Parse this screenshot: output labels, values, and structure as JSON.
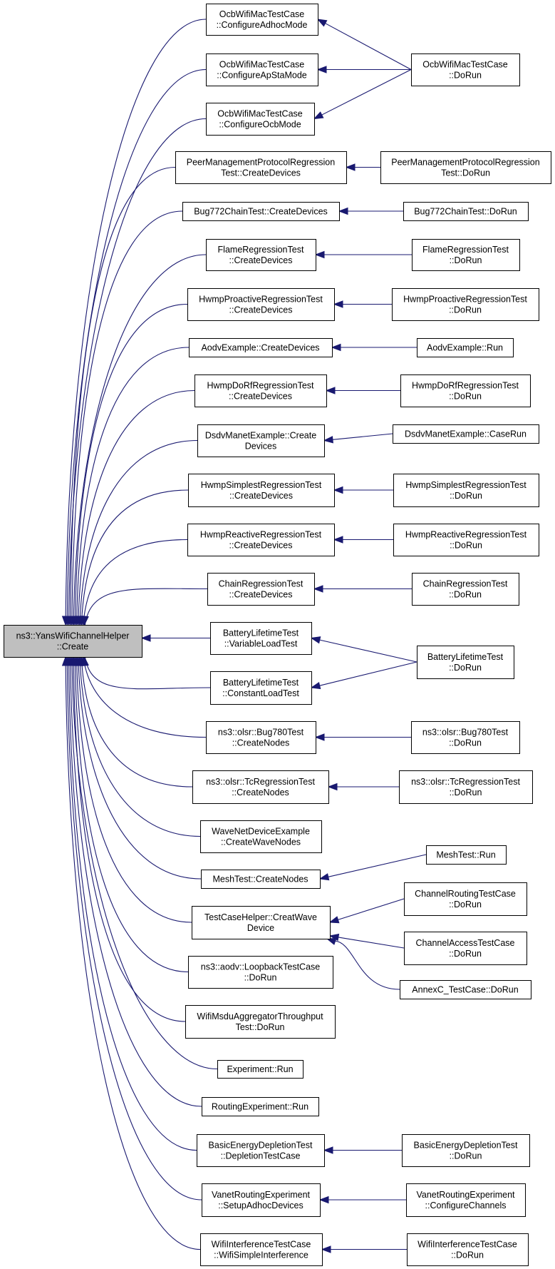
{
  "colors": {
    "edge": "#191970",
    "root_fill": "#bfbfbf",
    "node_fill": "#ffffff",
    "node_border": "#000000"
  },
  "root": {
    "id": "root",
    "lines": [
      "ns3::YansWifiChannelHelper",
      "::Create"
    ]
  },
  "callers": [
    {
      "id": "c1",
      "lines": [
        "OcbWifiMacTestCase",
        "::ConfigureAdhocMode"
      ]
    },
    {
      "id": "c2",
      "lines": [
        "OcbWifiMacTestCase",
        "::ConfigureApStaMode"
      ]
    },
    {
      "id": "c3",
      "lines": [
        "OcbWifiMacTestCase",
        "::ConfigureOcbMode"
      ]
    },
    {
      "id": "c4",
      "lines": [
        "PeerManagementProtocolRegression",
        "Test::CreateDevices"
      ]
    },
    {
      "id": "c5",
      "lines": [
        "Bug772ChainTest::CreateDevices"
      ]
    },
    {
      "id": "c6",
      "lines": [
        "FlameRegressionTest",
        "::CreateDevices"
      ]
    },
    {
      "id": "c7",
      "lines": [
        "HwmpProactiveRegressionTest",
        "::CreateDevices"
      ]
    },
    {
      "id": "c8",
      "lines": [
        "AodvExample::CreateDevices"
      ]
    },
    {
      "id": "c9",
      "lines": [
        "HwmpDoRfRegressionTest",
        "::CreateDevices"
      ]
    },
    {
      "id": "c10",
      "lines": [
        "DsdvManetExample::Create",
        "Devices"
      ]
    },
    {
      "id": "c11",
      "lines": [
        "HwmpSimplestRegressionTest",
        "::CreateDevices"
      ]
    },
    {
      "id": "c12",
      "lines": [
        "HwmpReactiveRegressionTest",
        "::CreateDevices"
      ]
    },
    {
      "id": "c13",
      "lines": [
        "ChainRegressionTest",
        "::CreateDevices"
      ]
    },
    {
      "id": "c14",
      "lines": [
        "BatteryLifetimeTest",
        "::VariableLoadTest"
      ]
    },
    {
      "id": "c15",
      "lines": [
        "BatteryLifetimeTest",
        "::ConstantLoadTest"
      ]
    },
    {
      "id": "c16",
      "lines": [
        "ns3::olsr::Bug780Test",
        "::CreateNodes"
      ]
    },
    {
      "id": "c17",
      "lines": [
        "ns3::olsr::TcRegressionTest",
        "::CreateNodes"
      ]
    },
    {
      "id": "c18",
      "lines": [
        "WaveNetDeviceExample",
        "::CreateWaveNodes"
      ]
    },
    {
      "id": "c19",
      "lines": [
        "MeshTest::CreateNodes"
      ]
    },
    {
      "id": "c20",
      "lines": [
        "TestCaseHelper::CreatWave",
        "Device"
      ]
    },
    {
      "id": "c21",
      "lines": [
        "ns3::aodv::LoopbackTestCase",
        "::DoRun"
      ]
    },
    {
      "id": "c22",
      "lines": [
        "WifiMsduAggregatorThroughput",
        "Test::DoRun"
      ]
    },
    {
      "id": "c23",
      "lines": [
        "Experiment::Run"
      ]
    },
    {
      "id": "c24",
      "lines": [
        "RoutingExperiment::Run"
      ]
    },
    {
      "id": "c25",
      "lines": [
        "BasicEnergyDepletionTest",
        "::DepletionTestCase"
      ]
    },
    {
      "id": "c26",
      "lines": [
        "VanetRoutingExperiment",
        "::SetupAdhocDevices"
      ]
    },
    {
      "id": "c27",
      "lines": [
        "WifiInterferenceTestCase",
        "::WifiSimpleInterference"
      ]
    }
  ],
  "outer_callers": [
    {
      "id": "o1",
      "lines": [
        "OcbWifiMacTestCase",
        "::DoRun"
      ],
      "calls": [
        "c1",
        "c2",
        "c3"
      ]
    },
    {
      "id": "o2",
      "lines": [
        "PeerManagementProtocolRegression",
        "Test::DoRun"
      ],
      "calls": [
        "c4"
      ]
    },
    {
      "id": "o3",
      "lines": [
        "Bug772ChainTest::DoRun"
      ],
      "calls": [
        "c5"
      ]
    },
    {
      "id": "o4",
      "lines": [
        "FlameRegressionTest",
        "::DoRun"
      ],
      "calls": [
        "c6"
      ]
    },
    {
      "id": "o5",
      "lines": [
        "HwmpProactiveRegressionTest",
        "::DoRun"
      ],
      "calls": [
        "c7"
      ]
    },
    {
      "id": "o6",
      "lines": [
        "AodvExample::Run"
      ],
      "calls": [
        "c8"
      ]
    },
    {
      "id": "o7",
      "lines": [
        "HwmpDoRfRegressionTest",
        "::DoRun"
      ],
      "calls": [
        "c9"
      ]
    },
    {
      "id": "o8",
      "lines": [
        "DsdvManetExample::CaseRun"
      ],
      "calls": [
        "c10"
      ]
    },
    {
      "id": "o9",
      "lines": [
        "HwmpSimplestRegressionTest",
        "::DoRun"
      ],
      "calls": [
        "c11"
      ]
    },
    {
      "id": "o10",
      "lines": [
        "HwmpReactiveRegressionTest",
        "::DoRun"
      ],
      "calls": [
        "c12"
      ]
    },
    {
      "id": "o11",
      "lines": [
        "ChainRegressionTest",
        "::DoRun"
      ],
      "calls": [
        "c13"
      ]
    },
    {
      "id": "o12",
      "lines": [
        "BatteryLifetimeTest",
        "::DoRun"
      ],
      "calls": [
        "c14",
        "c15"
      ]
    },
    {
      "id": "o13",
      "lines": [
        "ns3::olsr::Bug780Test",
        "::DoRun"
      ],
      "calls": [
        "c16"
      ]
    },
    {
      "id": "o14",
      "lines": [
        "ns3::olsr::TcRegressionTest",
        "::DoRun"
      ],
      "calls": [
        "c17"
      ]
    },
    {
      "id": "o15",
      "lines": [
        "MeshTest::Run"
      ],
      "calls": [
        "c19"
      ]
    },
    {
      "id": "o16",
      "lines": [
        "ChannelRoutingTestCase",
        "::DoRun"
      ],
      "calls": [
        "c20"
      ]
    },
    {
      "id": "o17",
      "lines": [
        "ChannelAccessTestCase",
        "::DoRun"
      ],
      "calls": [
        "c20"
      ]
    },
    {
      "id": "o18",
      "lines": [
        "AnnexC_TestCase::DoRun"
      ],
      "calls": [
        "c20"
      ]
    },
    {
      "id": "o19",
      "lines": [
        "BasicEnergyDepletionTest",
        "::DoRun"
      ],
      "calls": [
        "c25"
      ]
    },
    {
      "id": "o20",
      "lines": [
        "VanetRoutingExperiment",
        "::ConfigureChannels"
      ],
      "calls": [
        "c26"
      ]
    },
    {
      "id": "o21",
      "lines": [
        "WifiInterferenceTestCase",
        "::DoRun"
      ],
      "calls": [
        "c27"
      ]
    }
  ]
}
